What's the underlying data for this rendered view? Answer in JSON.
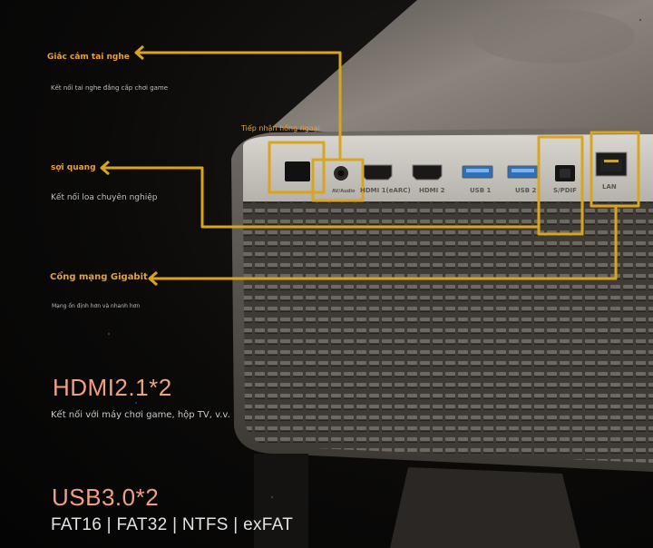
{
  "callouts": {
    "headphone": {
      "title": "Giắc cắm tai nghe",
      "desc": "Kết nối tai nghe đẳng cấp chơi game"
    },
    "infrared": {
      "title": "Tiếp nhận hồng ngoại"
    },
    "optical": {
      "title": "sợi quang",
      "desc": "Kết nối loa chuyên nghiệp"
    },
    "ethernet": {
      "title": "Cổng mạng Gigabit",
      "desc": "Mạng ổn định hơn và nhanh hơn"
    }
  },
  "features": {
    "hdmi": {
      "title": "HDMI2.1*2",
      "desc": "Kết nối với máy chơi game, hộp TV, v.v."
    },
    "usb": {
      "title": "USB3.0*2",
      "formats": "FAT16 | FAT32 | NTFS | exFAT"
    }
  },
  "ports": {
    "aux": "AV/Audio",
    "hdmi1": "HDMI 1(eARC)",
    "hdmi2": "HDMI 2",
    "usb1": "USB 1",
    "usb2": "USB 2",
    "spdif": "S/PDIF",
    "lan": "LAN"
  },
  "colors": {
    "accent": "#d9a520",
    "title_gold": "#e8a13a",
    "feature_pink": "#f0a082"
  }
}
